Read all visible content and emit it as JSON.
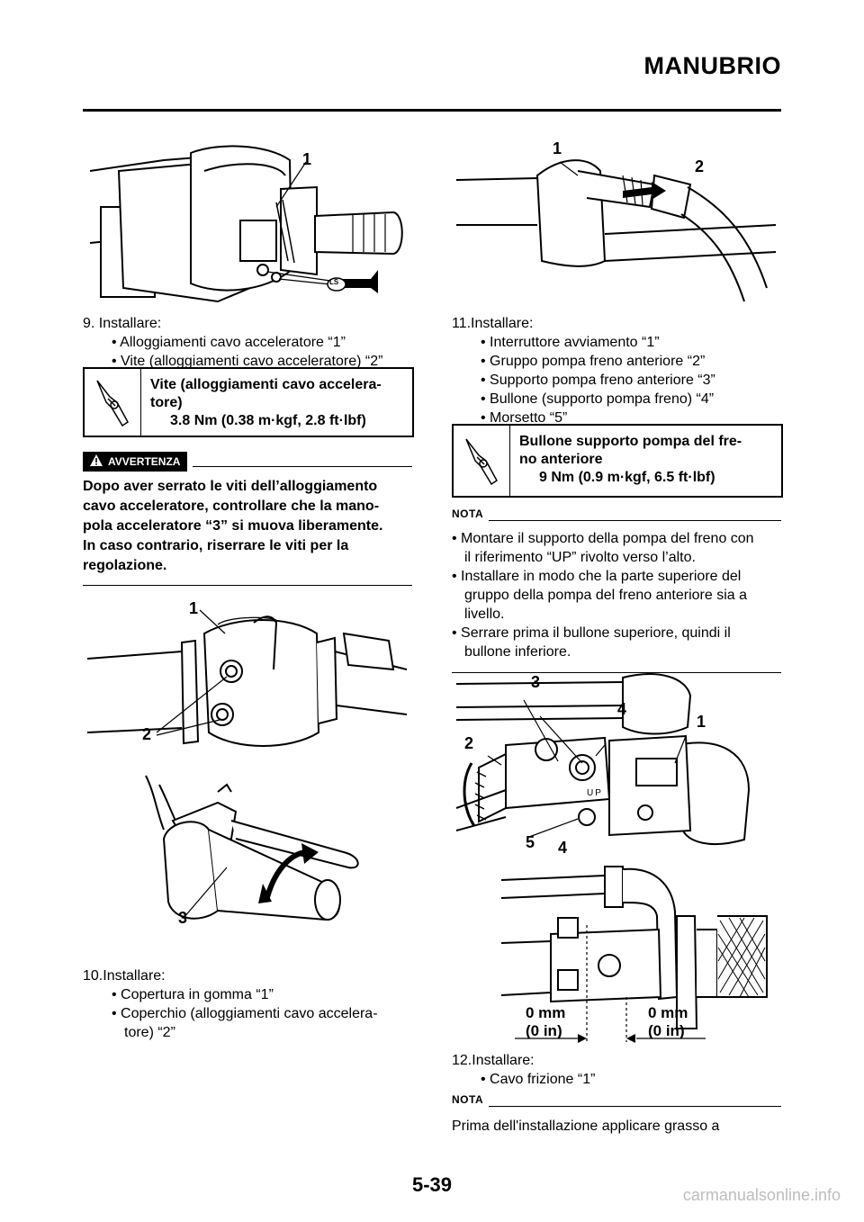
{
  "header": {
    "title": "MANUBRIO"
  },
  "page_number": "5-39",
  "watermark": "carmanualsonline.info",
  "left": {
    "fig1_labels": {
      "l1": "1",
      "ls": "LS"
    },
    "step9": {
      "title": "9.  Installare:",
      "items": [
        "• Alloggiamenti cavo acceleratore “1”",
        "• Vite (alloggiamenti cavo acceleratore) “2”"
      ]
    },
    "torque1": {
      "line1": "Vite (alloggiamenti cavo accelera-",
      "line2": "tore)",
      "value": "3.8 Nm (0.38 m·kgf, 2.8 ft·lbf)"
    },
    "warning": {
      "badge": "AVVERTENZA",
      "text": "Dopo aver serrato le viti dell’alloggiamento cavo acceleratore, controllare che la manopola acceleratore “3” si muova liberamente. In caso contrario, riserrare le viti per la regolazione.",
      "lines": [
        "Dopo aver serrato le viti dell’alloggiamento",
        "cavo acceleratore, controllare che la mano-",
        "pola acceleratore “3” si muova liberamente.",
        "In caso contrario, riserrare le viti per la",
        "regolazione."
      ]
    },
    "fig2_labels": {
      "l1": "1",
      "l2": "2"
    },
    "fig3_labels": {
      "l3": "3"
    },
    "step10": {
      "title": "10.Installare:",
      "items": [
        "• Copertura in gomma “1”",
        "• Coperchio (alloggiamenti cavo accelera-",
        "tore) “2”"
      ]
    }
  },
  "right": {
    "fig4_labels": {
      "l1": "1",
      "l2": "2"
    },
    "step11": {
      "title": "11.Installare:",
      "items": [
        "• Interruttore avviamento “1”",
        "• Gruppo pompa freno anteriore “2”",
        "• Supporto pompa freno anteriore “3”",
        "• Bullone (supporto pompa freno) “4”",
        "• Morsetto “5”"
      ]
    },
    "torque2": {
      "line1": "Bullone supporto pompa del fre-",
      "line2": "no anteriore",
      "value": "9 Nm (0.9 m·kgf, 6.5 ft·lbf)"
    },
    "nota1": {
      "label": "NOTA",
      "items": [
        [
          "• Montare il supporto della pompa del freno con",
          "il riferimento “UP” rivolto verso l’alto."
        ],
        [
          "• Installare in modo che la parte superiore del",
          "gruppo della pompa del freno anteriore sia a",
          "livello."
        ],
        [
          "• Serrare prima il bullone superiore, quindi il",
          "bullone inferiore."
        ]
      ]
    },
    "fig5_labels": {
      "l1": "1",
      "l2": "2",
      "l3": "3",
      "l4a": "4",
      "l4b": "4",
      "l5": "5",
      "up": "UP"
    },
    "fig6_labels": {
      "gap_l1": "0 mm",
      "gap_l2": "(0 in)",
      "gap_r1": "0 mm",
      "gap_r2": "(0 in)"
    },
    "step12": {
      "title": "12.Installare:",
      "items": [
        "• Cavo frizione “1”"
      ]
    },
    "nota2": {
      "label": "NOTA",
      "text": "Prima dell'installazione applicare grasso a"
    }
  },
  "colors": {
    "ink": "#000000",
    "watermark": "#bdbdbd",
    "paper": "#ffffff"
  }
}
